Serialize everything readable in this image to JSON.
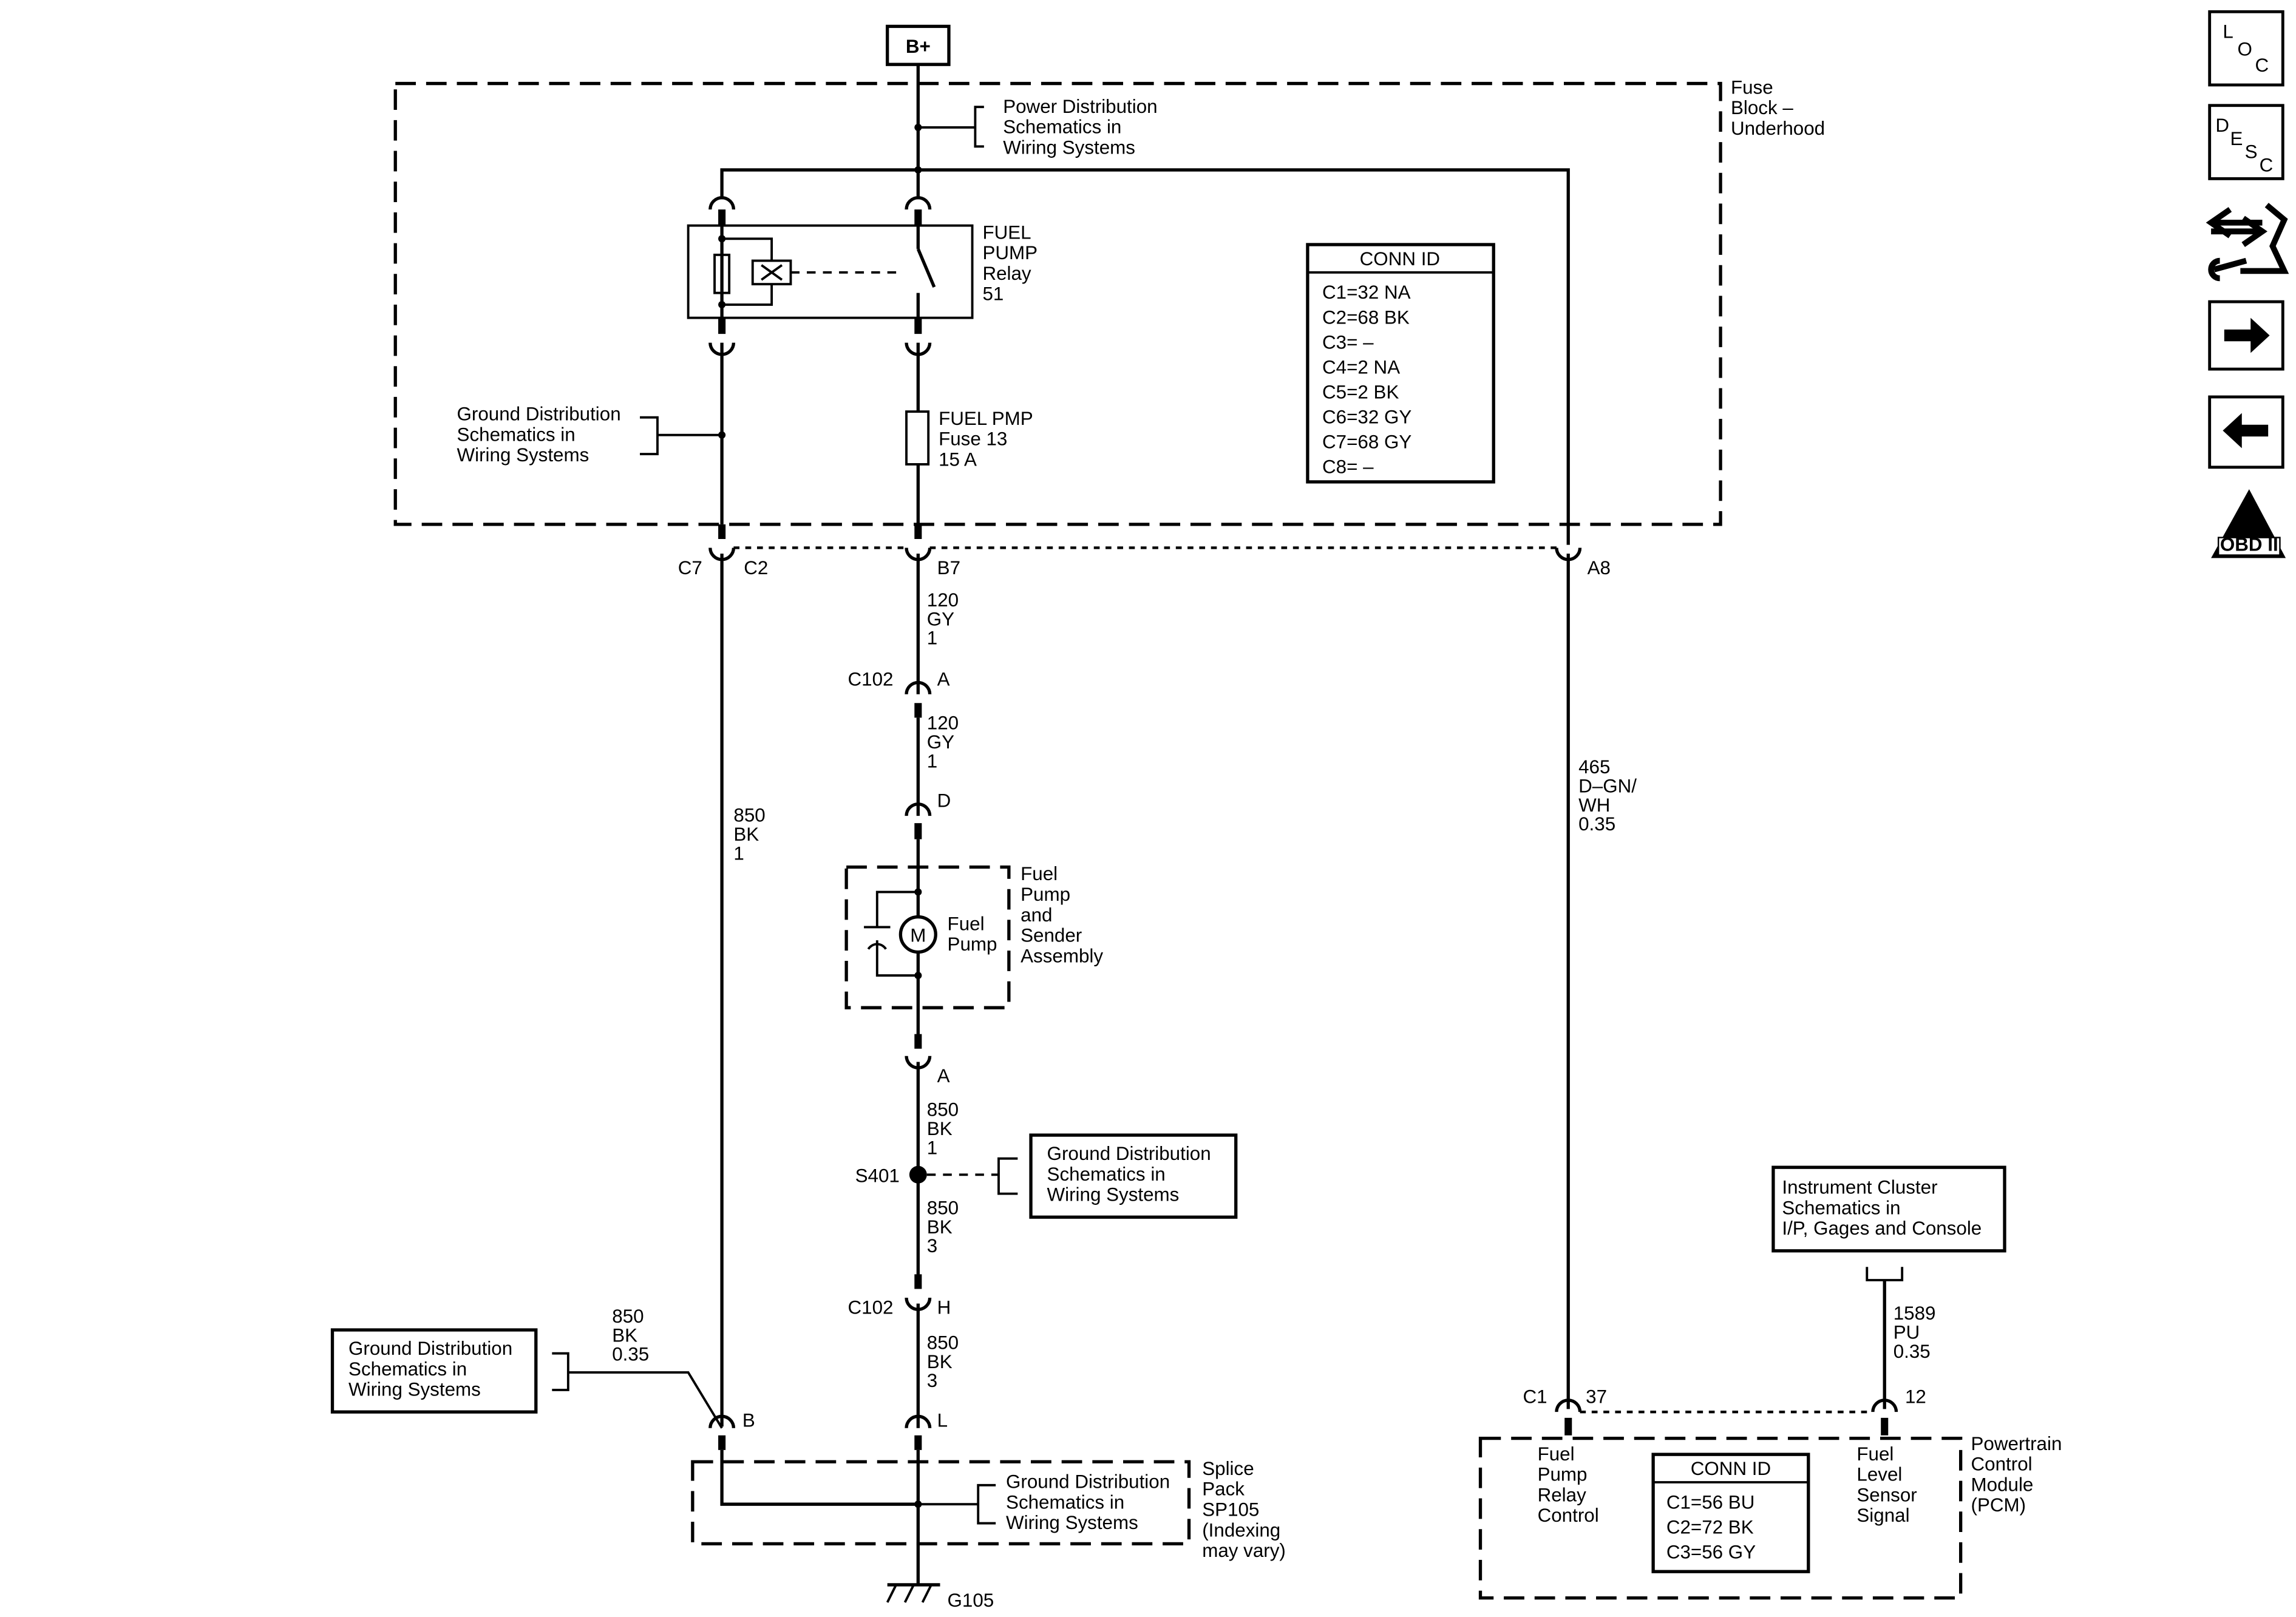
{
  "battery": {
    "label": "B+"
  },
  "power_ref": {
    "lines": [
      "Power Distribution",
      "Schematics in",
      "Wiring Systems"
    ]
  },
  "fuse_block": {
    "lines": [
      "Fuse",
      "Block –",
      "Underhood"
    ]
  },
  "relay": {
    "lines": [
      "FUEL",
      "PUMP",
      "Relay",
      "51"
    ]
  },
  "fuse": {
    "lines": [
      "FUEL PMP",
      "Fuse 13",
      "15 A"
    ]
  },
  "ground_ref_relay": {
    "lines": [
      "Ground Distribution",
      "Schematics in",
      "Wiring Systems"
    ]
  },
  "conn_id_fuse_block": {
    "title": "CONN ID",
    "rows": [
      "C1=32 NA",
      "C2=68 BK",
      "C3= –",
      "C4=2 NA",
      "C5=2 BK",
      "C6=32 GY",
      "C7=68 GY",
      "C8= –"
    ]
  },
  "pins": {
    "c7": "C7",
    "c2": "C2",
    "b7": "B7",
    "a8": "A8",
    "c102_top": "C102",
    "c102_top_pin": "A",
    "d": "D",
    "a_pump": "A",
    "s401": "S401",
    "c102_bot": "C102",
    "c102_bot_pin": "H",
    "b": "B",
    "l": "L",
    "g105": "G105",
    "pcm_c1": "C1",
    "pcm_37": "37",
    "pcm_12": "12"
  },
  "wires": {
    "w120_a": [
      "120",
      "GY",
      "1"
    ],
    "w120_b": [
      "120",
      "GY",
      "1"
    ],
    "w850_left": [
      "850",
      "BK",
      "1"
    ],
    "w465": [
      "465",
      "D–GN/",
      "WH",
      "0.35"
    ],
    "w850_pump": [
      "850",
      "BK",
      "1"
    ],
    "w850_s401": [
      "850",
      "BK",
      "3"
    ],
    "w850_h": [
      "850",
      "BK",
      "3"
    ],
    "w850_ground": [
      "850",
      "BK",
      "0.35"
    ],
    "w1589": [
      "1589",
      "PU",
      "0.35"
    ]
  },
  "pump": {
    "symbol": "M",
    "label_lines": [
      "Fuel",
      "Pump"
    ],
    "assembly_lines": [
      "Fuel",
      "Pump",
      "and",
      "Sender",
      "Assembly"
    ]
  },
  "ground_ref_s401": {
    "lines": [
      "Ground Distribution",
      "Schematics in",
      "Wiring Systems"
    ]
  },
  "ground_ref_left": {
    "lines": [
      "Ground Distribution",
      "Schematics in",
      "Wiring Systems"
    ]
  },
  "ground_ref_splice": {
    "lines": [
      "Ground Distribution",
      "Schematics in",
      "Wiring Systems"
    ]
  },
  "splice": {
    "lines": [
      "Splice",
      "Pack",
      "SP105",
      "(Indexing",
      "may vary)"
    ]
  },
  "cluster_ref": {
    "lines": [
      "Instrument Cluster",
      "Schematics in",
      "I/P, Gages and Console"
    ]
  },
  "pcm": {
    "lines": [
      "Powertrain",
      "Control",
      "Module",
      "(PCM)"
    ],
    "left_lines": [
      "Fuel",
      "Pump",
      "Relay",
      "Control"
    ],
    "right_lines": [
      "Fuel",
      "Level",
      "Sensor",
      "Signal"
    ],
    "conn_title": "CONN ID",
    "conn_rows": [
      "C1=56 BU",
      "C2=72 BK",
      "C3=56 GY"
    ]
  },
  "side_icons": [
    {
      "name": "loc-icon",
      "letters": [
        "L",
        "O",
        "C"
      ]
    },
    {
      "name": "desc-icon",
      "letters": [
        "D",
        "E",
        "S",
        "C"
      ]
    },
    {
      "name": "troubleshoot-icon"
    },
    {
      "name": "next-arrow-icon"
    },
    {
      "name": "back-arrow-icon"
    },
    {
      "name": "obd-ii-icon",
      "text": "OBD II",
      "numeral": "II"
    }
  ]
}
